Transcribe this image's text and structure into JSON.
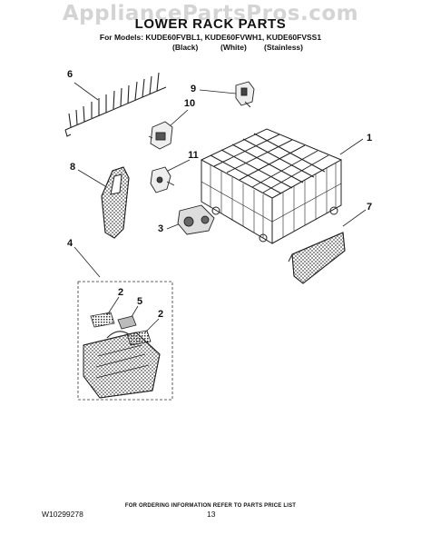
{
  "header": {
    "watermark": "AppliancePartsPros.com",
    "title": "LOWER RACK PARTS",
    "models": "For Models: KUDE60FVBL1, KUDE60FVWH1, KUDE60FVSS1",
    "variants": [
      "(Black)",
      "(White)",
      "(Stainless)"
    ]
  },
  "callouts": [
    "6",
    "9",
    "10",
    "1",
    "8",
    "11",
    "3",
    "7",
    "4",
    "2",
    "5",
    "2"
  ],
  "footer": {
    "ordering_note": "FOR ORDERING INFORMATION REFER TO PARTS PRICE LIST",
    "document_number": "W10299278",
    "page_number": "13"
  },
  "colors": {
    "line": "#222222",
    "watermark": "#d4d4d4"
  }
}
